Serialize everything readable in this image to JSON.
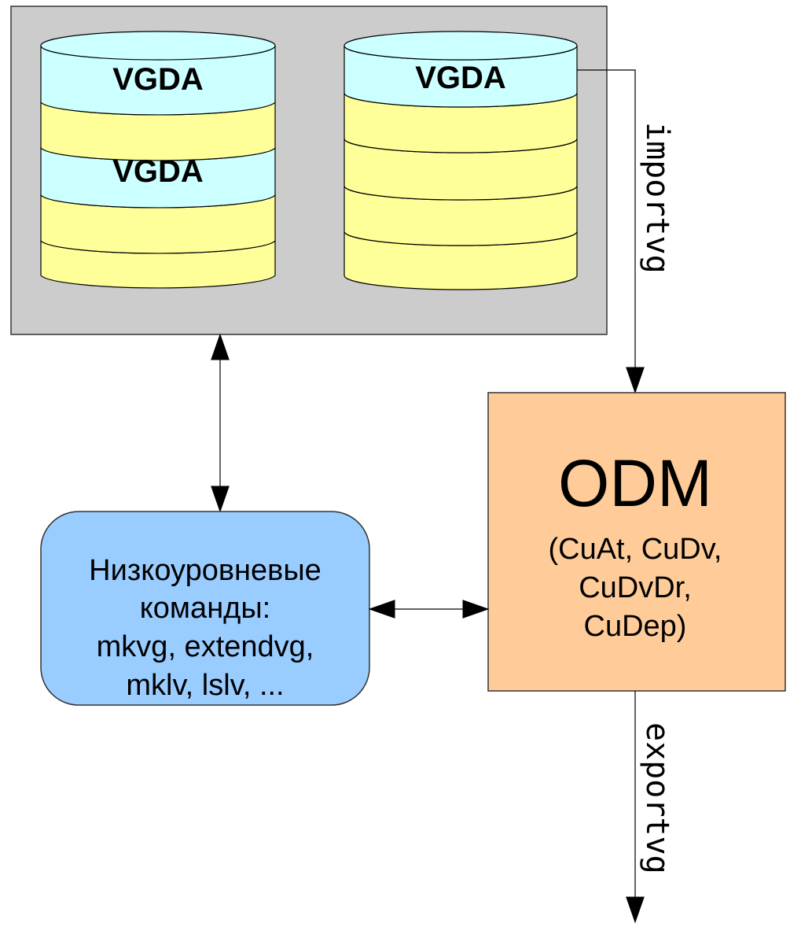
{
  "volume_group": {
    "disk_left": {
      "vgda_top": "VGDA",
      "vgda_mid": "VGDA"
    },
    "disk_right": {
      "vgda_top": "VGDA"
    }
  },
  "odm": {
    "title": "ODM",
    "lines": [
      "(CuAt, CuDv,",
      "CuDvDr,",
      "CuDep)"
    ]
  },
  "commands": {
    "lines": [
      "Низкоуровневые",
      "команды:",
      "mkvg, extendvg,",
      "mklv, lslv, ..."
    ]
  },
  "arrows": {
    "import_label": "importvg",
    "export_label": "exportvg"
  },
  "colors": {
    "vg_box": "#cccccc",
    "vgda": "#ccffff",
    "partition": "#ffff99",
    "odm": "#ffcc99",
    "commands": "#99ccff"
  }
}
